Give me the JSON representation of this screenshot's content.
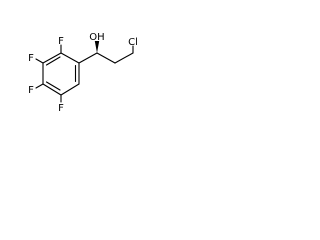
{
  "molecule": {
    "atoms": {
      "f_top": "F",
      "f_upper_left": "F",
      "f_lower_left": "F",
      "f_bottom": "F",
      "hydroxyl": "OH",
      "chlorine": "Cl"
    },
    "colors": {
      "bond": "#000000",
      "label": "#000000",
      "background": "#ffffff"
    }
  }
}
